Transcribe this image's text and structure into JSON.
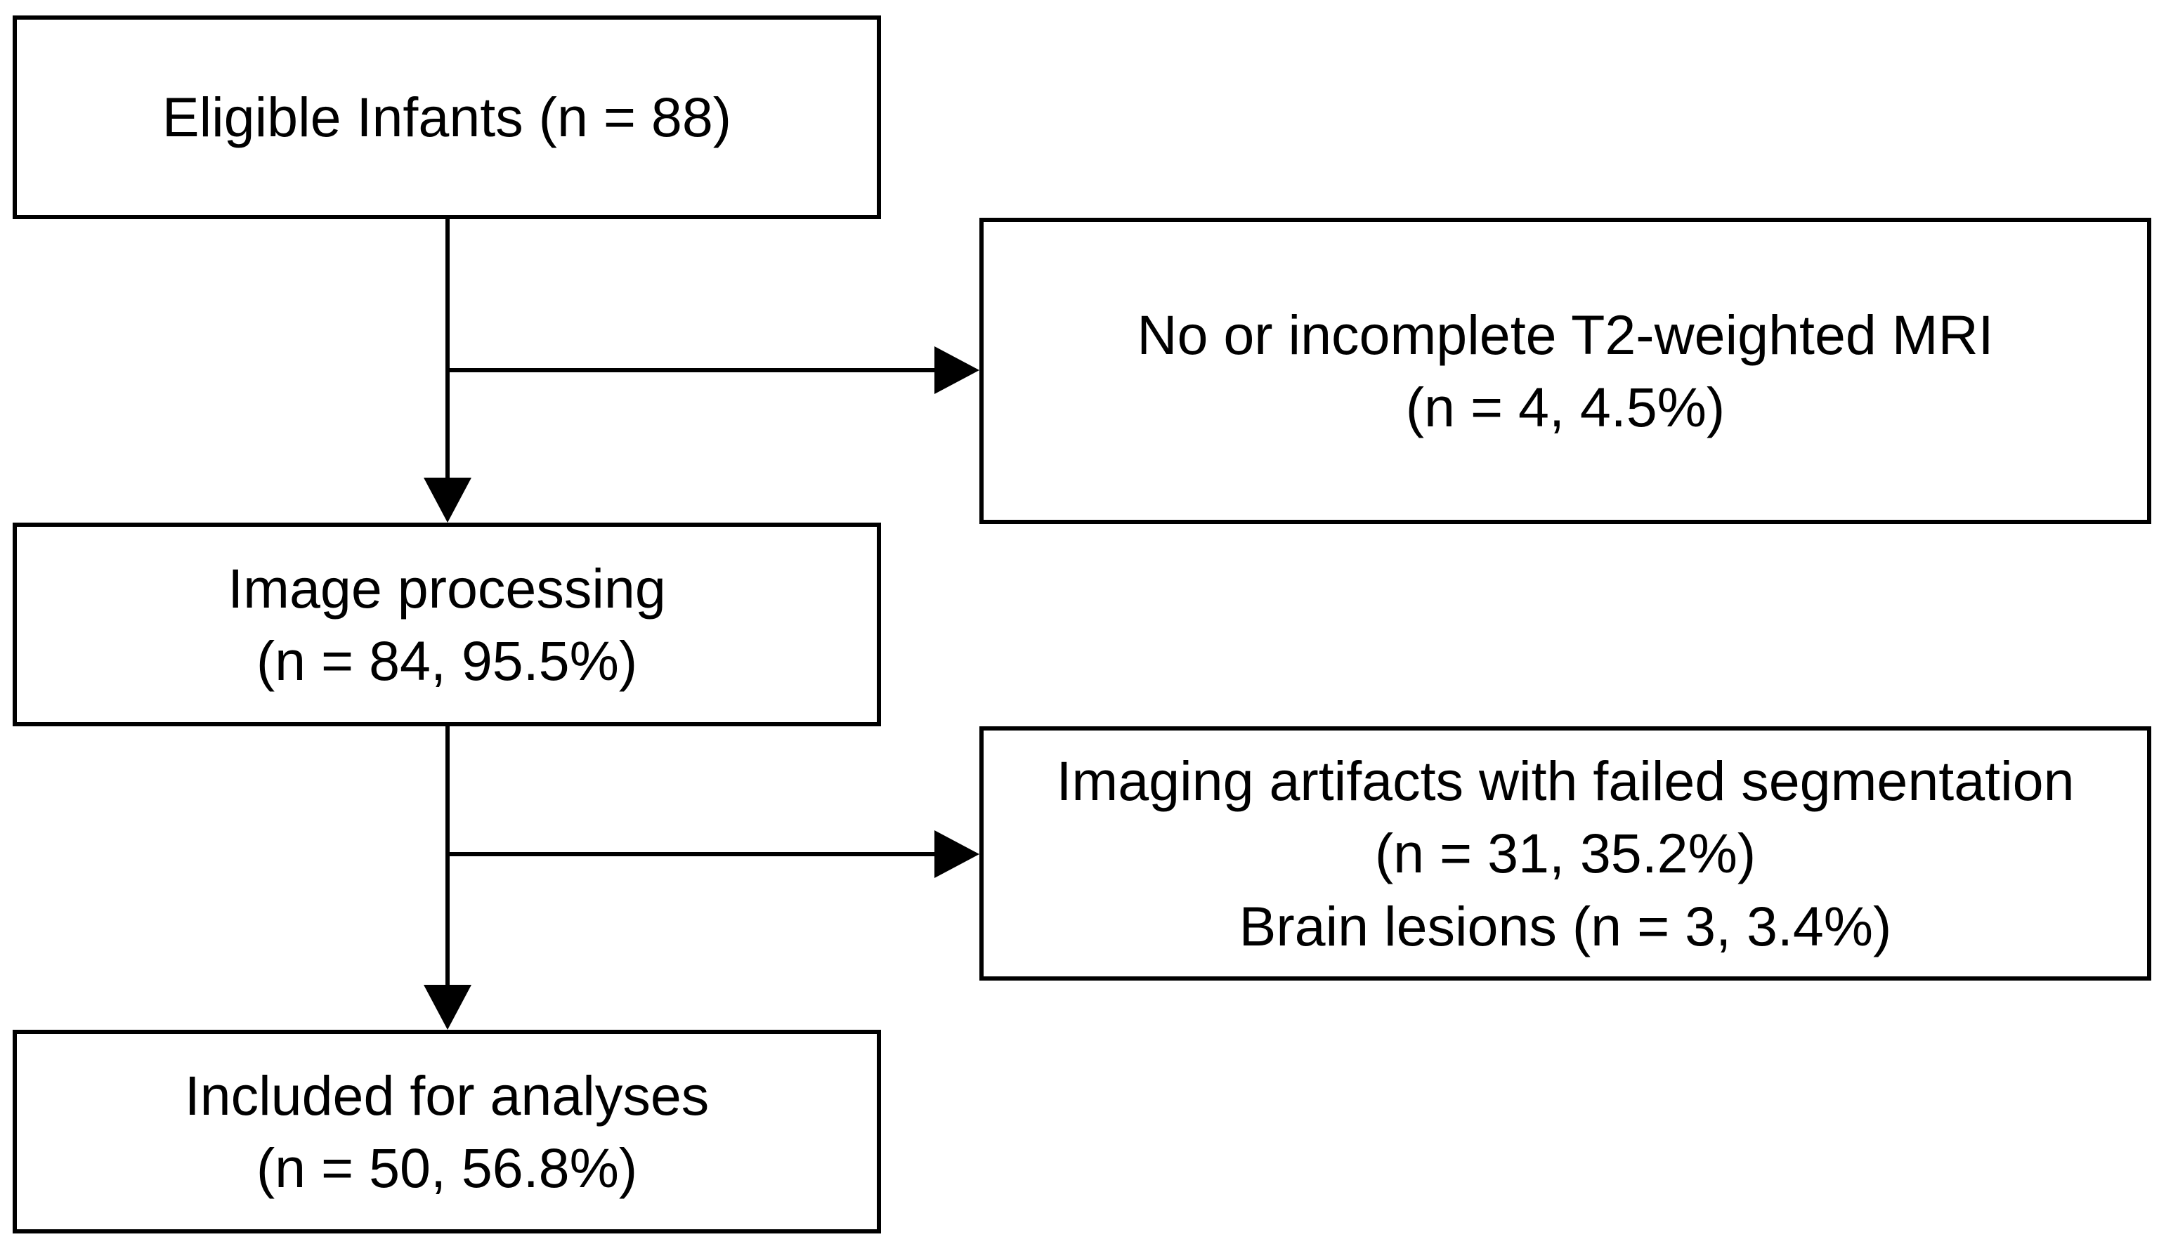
{
  "flowchart": {
    "eligible": {
      "line1": "Eligible Infants (n = 88)"
    },
    "no_scan": {
      "line1": "No or incomplete T2-weighted MRI",
      "line2": "(n = 4, 4.5%)"
    },
    "processing": {
      "line1": "Image processing",
      "line2": "(n = 84, 95.5%)"
    },
    "excluded": {
      "line1": "Imaging artifacts with failed segmentation",
      "line2": "(n = 31, 35.2%)",
      "line3": "Brain lesions (n = 3, 3.4%)"
    },
    "included": {
      "line1": "Included for analyses",
      "line2": "(n = 50, 56.8%)"
    }
  },
  "colors": {
    "stroke": "#000000",
    "background": "#ffffff"
  }
}
